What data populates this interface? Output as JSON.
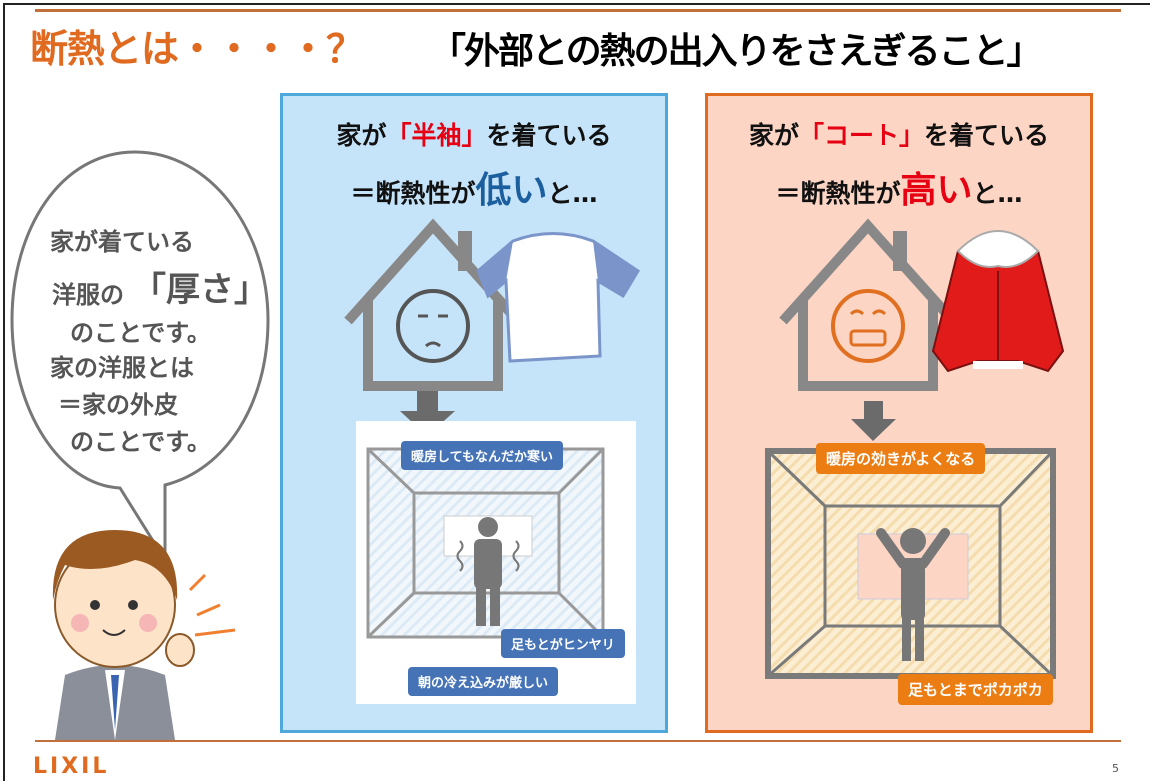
{
  "header": {
    "title": "断熱とは・・・・？",
    "subtitle": "「外部との熱の出入りをさえぎること」"
  },
  "bubble": {
    "lines": [
      "家が着ている",
      "洋服の",
      "「厚さ」",
      "のことです。",
      "家の洋服とは",
      "＝家の外皮",
      "のことです。"
    ]
  },
  "left_panel": {
    "line1_pre": "家が",
    "line1_em": "「半袖」",
    "line1_post": "を着ている",
    "line2_pre": "＝断熱性が",
    "line2_em": "低い",
    "line2_post": "と…",
    "tags": [
      "暖房してもなんだか寒い",
      "足もとがヒンヤリ",
      "朝の冷え込みが厳しい"
    ]
  },
  "right_panel": {
    "line1_pre": "家が",
    "line1_em": "「コート」",
    "line1_post": "を着ている",
    "line2_pre": "＝断熱性が",
    "line2_em": "高い",
    "line2_post": "と…",
    "tags": [
      "暖房の効きがよくなる",
      "足もとまでポカポカ"
    ]
  },
  "footer": {
    "logo": "LIXIL",
    "page": "5"
  },
  "colors": {
    "accent": "#e06a1f",
    "blue_panel": "#c5e3f9",
    "orange_panel": "#fcd5c4",
    "tag_blue": "#4573b6",
    "tag_orange": "#ec7d13"
  }
}
